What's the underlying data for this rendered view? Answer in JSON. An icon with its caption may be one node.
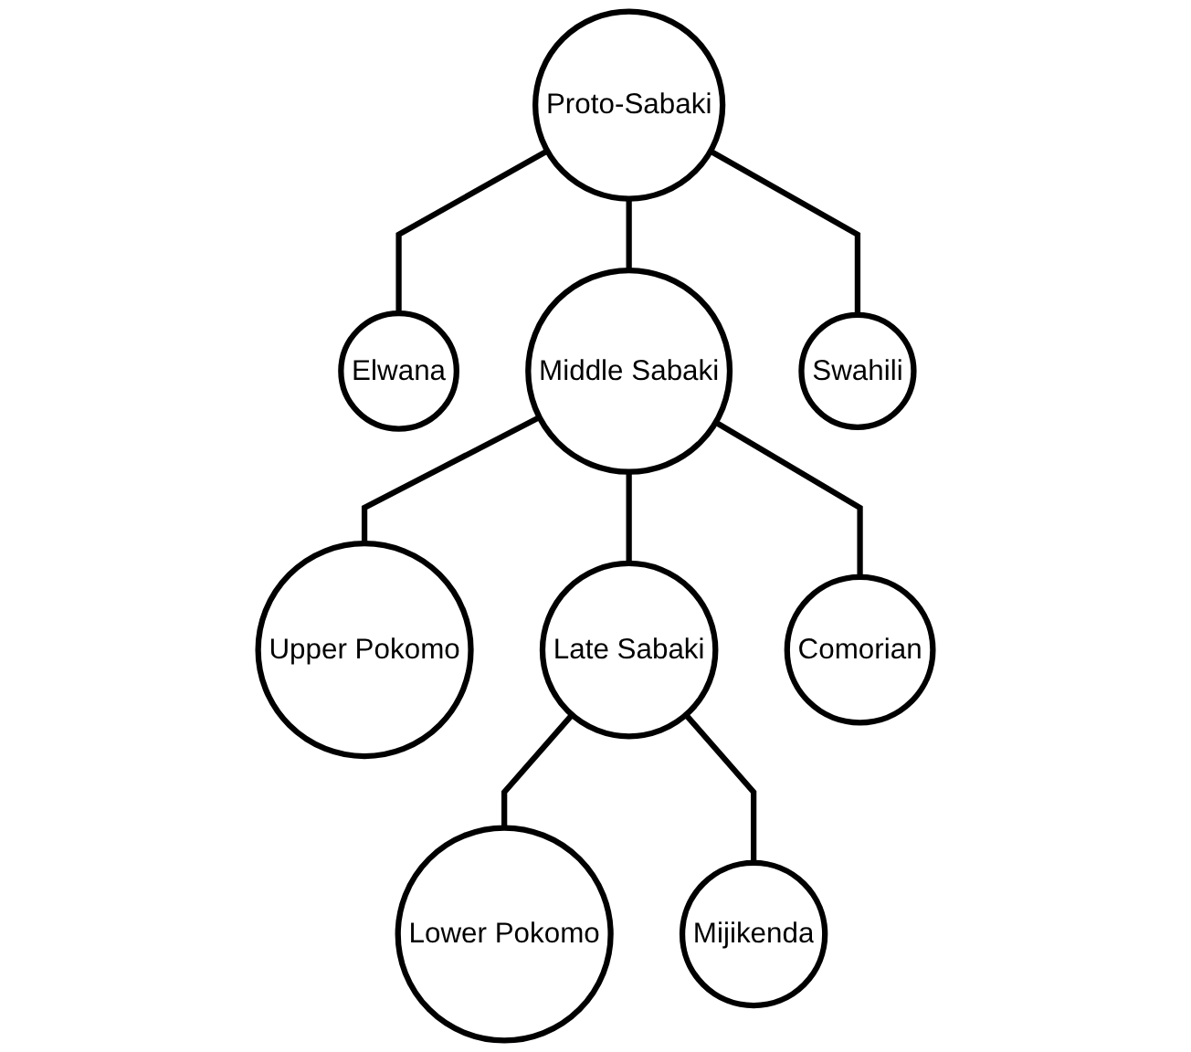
{
  "diagram": {
    "nodes": [
      {
        "text": [
          "Proto-Sabaki"
        ]
      },
      {
        "text": [
          "Elwana"
        ]
      },
      {
        "text": [
          "Middle Sabaki"
        ]
      },
      {
        "text": [
          "Swahili"
        ]
      },
      {
        "text": [
          "Upper Pokomo"
        ]
      },
      {
        "text": [
          "Late Sabaki"
        ]
      },
      {
        "text": [
          "Comorian"
        ]
      },
      {
        "text": [
          "Lower Pokomo"
        ]
      },
      {
        "text": [
          "Mijikenda"
        ]
      }
    ],
    "edges": [
      {
        "from": 0,
        "to": 1,
        "arrow": "none"
      },
      {
        "from": 0,
        "to": 2,
        "arrow": "none"
      },
      {
        "from": 0,
        "to": 3,
        "arrow": "none"
      },
      {
        "from": 2,
        "to": 4,
        "arrow": "none"
      },
      {
        "from": 2,
        "to": 5,
        "arrow": "none"
      },
      {
        "from": 2,
        "to": 6,
        "arrow": "none"
      },
      {
        "from": 5,
        "to": 7,
        "arrow": "none"
      },
      {
        "from": 5,
        "to": 8,
        "arrow": "none"
      }
    ]
  }
}
